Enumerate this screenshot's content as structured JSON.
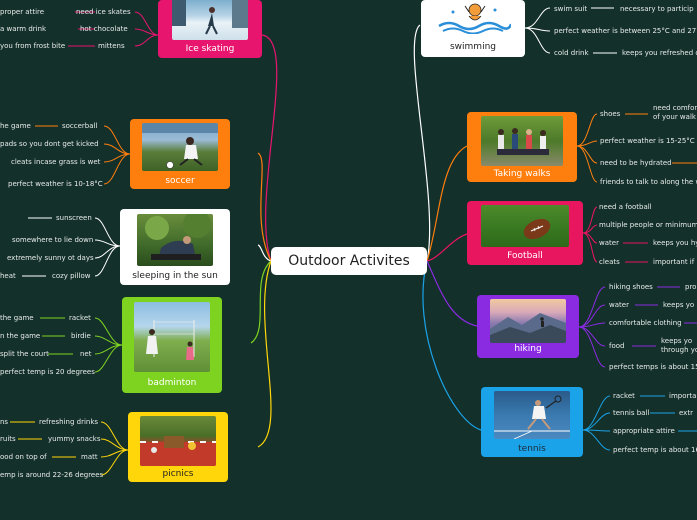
{
  "center": "Outdoor Activites",
  "topics": {
    "ice_skating": {
      "label": "Ice skating",
      "leaves": [
        "need ice skates",
        "hot chocolate",
        "mittens"
      ],
      "left": [
        "proper attire",
        "a warm drink",
        "you from frost bite"
      ]
    },
    "soccer": {
      "label": "soccer",
      "leaves": [
        "soccerball",
        "pads so you dont get kicked",
        "cleats incase grass is wet",
        "perfect weather is 10-18°C"
      ],
      "left": [
        "he game"
      ]
    },
    "sleeping": {
      "label": "sleeping in the sun",
      "leaves": [
        "sunscreen",
        "somewhere to lie down",
        "extremely sunny ot days",
        "cozy pillow"
      ],
      "left": [
        "heat"
      ]
    },
    "badminton": {
      "label": "badminton",
      "leaves": [
        "racket",
        "birdie",
        "net",
        "perfect temp is 20 degrees"
      ],
      "left": [
        "the game",
        "n the game",
        "split the court"
      ]
    },
    "picnics": {
      "label": "picnics",
      "leaves": [
        "refreshing drinks",
        "yummy snacks",
        "matt",
        "emp is around 22-26 degrees"
      ],
      "left": [
        "ns",
        "ruits",
        "ood on top of"
      ]
    },
    "swimming": {
      "label": "swimming",
      "leaves": [
        "swim suit",
        "perfect weather is between 25°C and 27°C",
        "cold drink"
      ],
      "right": [
        "necessary to particip",
        "keeps you refreshed o"
      ]
    },
    "walks": {
      "label": "Taking walks",
      "leaves": [
        "shoes",
        "perfect weather is 15-25°C",
        "need to be hydrated",
        "friends to talk to along the w"
      ],
      "right": [
        "need comfor",
        "of your walk"
      ]
    },
    "football": {
      "label": "Football",
      "leaves": [
        "need a football",
        "multiple people or minimum",
        "water",
        "cleats"
      ],
      "right": [
        "keeps you hy",
        "important if"
      ]
    },
    "hiking": {
      "label": "hiking",
      "leaves": [
        "hiking shoes",
        "water",
        "comfortable clothing",
        "food",
        "perfect temps is about 15-"
      ],
      "right": [
        "pro",
        "keeps yo",
        "keeps yo",
        "through yo"
      ]
    },
    "tennis": {
      "label": "tennis",
      "leaves": [
        "racket",
        "tennis ball",
        "appropriate attire",
        "perfect temp is about 16"
      ],
      "right": [
        "importa",
        "extr"
      ]
    }
  },
  "colors": {
    "bg": "#14302b",
    "ice": "#e8156f",
    "soccer": "#ff7f0e",
    "sleep": "#ffffff",
    "badminton": "#7ed321",
    "picnic": "#ffd60a",
    "swim": "#ffffff",
    "walks": "#ff7f0e",
    "football": "#e8155f",
    "hiking": "#8a2be2",
    "tennis": "#1aa3e8"
  }
}
